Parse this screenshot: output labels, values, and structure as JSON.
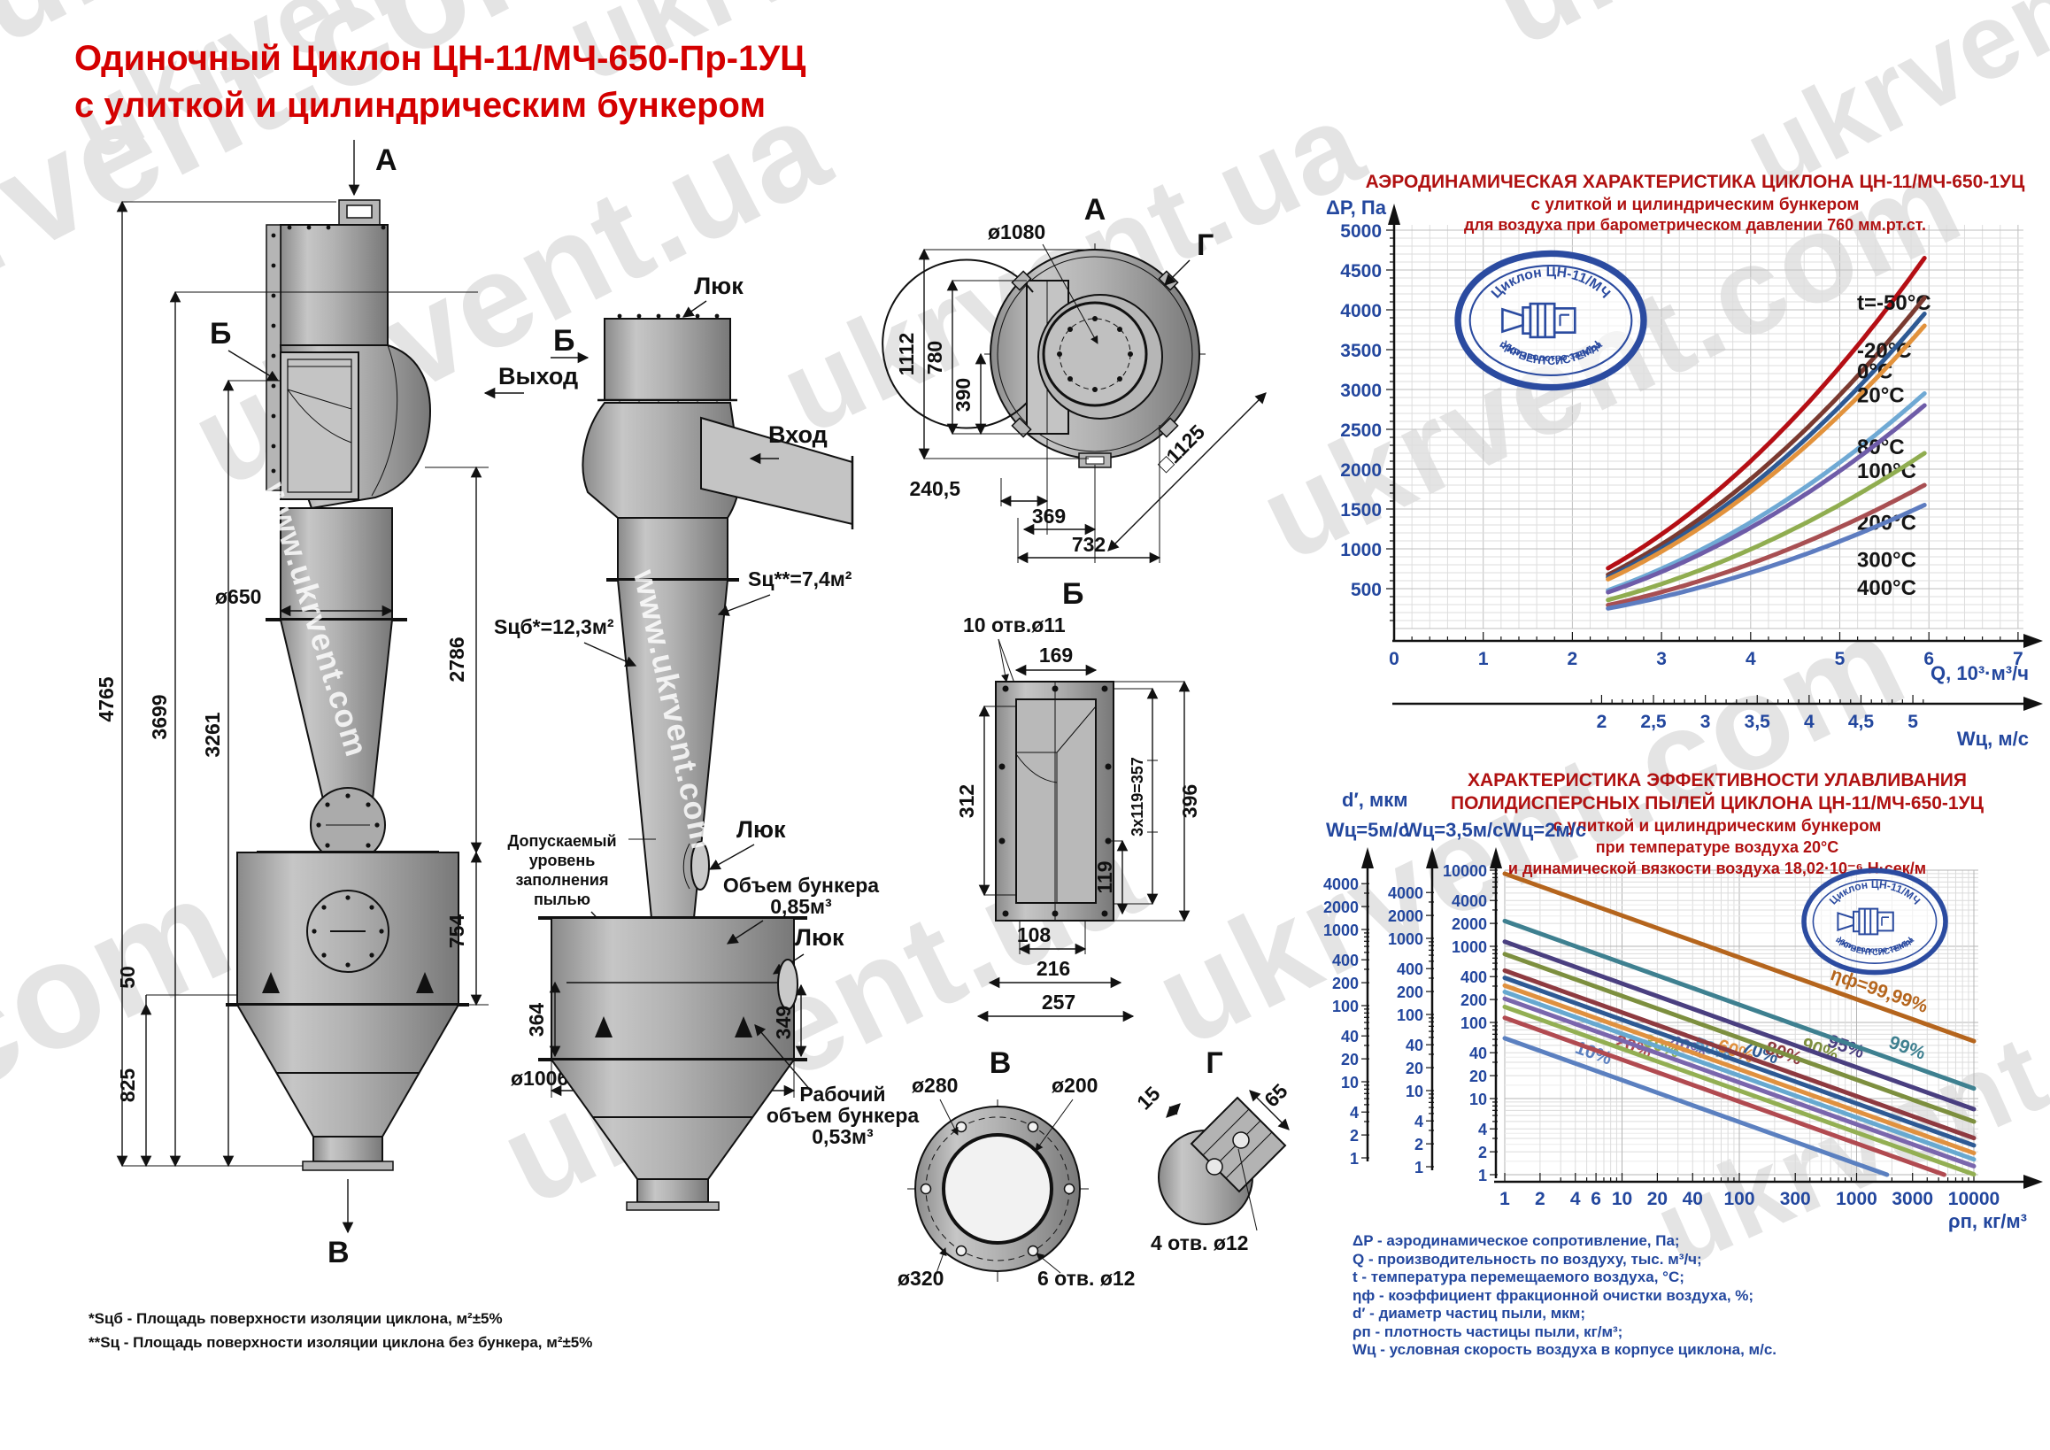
{
  "title": {
    "line1": "Одиночный Циклон  ЦН-11/МЧ-650-Пр-1УЦ",
    "line2": "с улиткой и цилиндрическим бункером"
  },
  "watermarks": {
    "com": "ukrvent.com",
    "ua": "ukrvent.ua",
    "www": "www.ukrvent.com",
    "dotcom": ".com"
  },
  "labels": {
    "a": "А",
    "b": "Б",
    "v": "В",
    "g": "Г",
    "luk": "Люк",
    "vyhod": "Выход",
    "vhod": "Вход",
    "s_cb": "Sцб*=12,3м²",
    "s_c": "Sц**=7,4м²",
    "dust1": "Допускаемый",
    "dust2": "уровень",
    "dust3": "заполнения",
    "dust4": "пылью",
    "vol1": "Объем бункера",
    "vol2": "0,85м³",
    "work1": "Рабочий",
    "work2": "объем бункера",
    "work3": "0,53м³"
  },
  "dims": {
    "front_total": "4765",
    "front_h1": "3699",
    "front_h2": "3261",
    "front_d": "ø650",
    "front_h3": "2786",
    "front_h4": "754",
    "front_h5": "50",
    "front_h6": "825",
    "side_h364": "364",
    "side_h349": "349",
    "side_d1006": "ø1006",
    "top_d1080": "ø1080",
    "top_1112": "1112",
    "top_780": "780",
    "top_390": "390",
    "top_2405": "240,5",
    "top_369": "369",
    "top_732": "732",
    "top_sq": "□1125",
    "b_holes": "10 отв.ø11",
    "b_169": "169",
    "b_312": "312",
    "b_357": "3х119=357",
    "b_396": "396",
    "b_119": "119",
    "b_108": "108",
    "b_216": "216",
    "b_257": "257",
    "v_d280": "ø280",
    "v_d200": "ø200",
    "v_d320": "ø320",
    "v_holes": "6 отв. ø12",
    "g_15": "15",
    "g_65": "65",
    "g_holes": "4 отв. ø12"
  },
  "footnotes": {
    "line1": "*Sцб - Площадь поверхности изоляции  циклона, м²±5%",
    "line2": "**Sц - Площадь поверхности изоляции  циклона без бункера, м²±5%"
  },
  "logo": {
    "top": "Циклон ЦН-11/МЧ",
    "bottom1": "производство завода",
    "bottom2": "УКРВЕНТСИСТЕМЫ"
  },
  "legend": {
    "lines": [
      "ΔP - аэродинамическое сопротивление, Па;",
      "Q - производительность по воздуху, тыс. м³/ч;",
      "t - температура перемещаемого воздуха, °С;",
      "ηф - коэффициент фракционной очистки воздуха, %;",
      "d′ - диаметр частиц пыли, мкм;",
      "ρп - плотность частицы пыли, кг/м³;",
      "Wц - условная скорость воздуха в корпусе циклона, м/с."
    ]
  },
  "chart_data": [
    {
      "type": "line",
      "title": "АЭРОДИНАМИЧЕСКАЯ  ХАРАКТЕРИСТИКА  ЦИКЛОНА ЦН-11/МЧ-650-1УЦ",
      "subtitle": "с улиткой и цилиндрическим бункером",
      "subtitle2": "для воздуха при барометрическом давлении 760 мм.рт.ст.",
      "ylabel": "ΔP, Па",
      "xlabel": "Q, 10³·м³/ч",
      "xlabel2": "Wц, м/с",
      "xlim": [
        0,
        7
      ],
      "ylim": [
        0,
        5000
      ],
      "x_ticks": [
        0,
        1,
        2,
        3,
        4,
        5,
        6,
        7
      ],
      "y_ticks": [
        500,
        1000,
        1500,
        2000,
        2500,
        3000,
        3500,
        4000,
        4500,
        5000
      ],
      "w_ticks": [
        "2",
        "2,5",
        "3",
        "3,5",
        "4",
        "4,5",
        "5"
      ],
      "w_to_q": 1.164,
      "q_start": 2.4,
      "q_end": 5.95,
      "grid": true,
      "legend_position": "right",
      "series": [
        {
          "name": "t=-50°C",
          "color": "#b50e14",
          "dp_end": 4650,
          "label_dp": 4000
        },
        {
          "name": "-20°C",
          "color": "#7a3a30",
          "dp_end": 4150,
          "label_dp": 3400
        },
        {
          "name": "0°C",
          "color": "#2e5a94",
          "dp_end": 3950,
          "label_dp": 3140
        },
        {
          "name": "20°C",
          "color": "#e2923c",
          "dp_end": 3800,
          "label_dp": 2840
        },
        {
          "name": "80°C",
          "color": "#6fa9d4",
          "dp_end": 2950,
          "label_dp": 2190
        },
        {
          "name": "100°C",
          "color": "#6e5ca8",
          "dp_end": 2800,
          "label_dp": 1890
        },
        {
          "name": "200°C",
          "color": "#90ad50",
          "dp_end": 2200,
          "label_dp": 1240
        },
        {
          "name": "300°C",
          "color": "#a84f52",
          "dp_end": 1800,
          "label_dp": 770
        },
        {
          "name": "400°C",
          "color": "#5d7cc0",
          "dp_end": 1550,
          "label_dp": 420
        }
      ]
    },
    {
      "type": "line",
      "scale": "log-log",
      "title_lines": [
        "ХАРАКТЕРИСТИКА  ЭФФЕКТИВНОСТИ УЛАВЛИВАНИЯ",
        "ПОЛИДИСПЕРСНЫХ ПЫЛЕЙ ЦИКЛОНА ЦН-11/МЧ-650-1УЦ",
        "с улиткой и цилиндрическим бункером",
        "при температуре воздуха 20°С",
        "и динамической вязкости воздуха  18,02·10⁻⁶ Н·сек/м"
      ],
      "ylabel": "d′, мкм",
      "aux_axes": [
        "Wц=5м/с",
        "Wц=3,5м/с",
        "Wц=2м/с"
      ],
      "xlabel": "ρп, кг/м³",
      "xlim": [
        1,
        10000
      ],
      "ylim": [
        1,
        10000
      ],
      "x_ticks": [
        1,
        2,
        4,
        6,
        10,
        20,
        40,
        100,
        300,
        1000,
        3000,
        10000
      ],
      "y_ticks": [
        1,
        2,
        4,
        10,
        20,
        40,
        100,
        200,
        400,
        1000,
        2000,
        4000,
        10000
      ],
      "slope": -0.55,
      "series": [
        {
          "name": "10%",
          "color": "#5b80c0",
          "d0": 62,
          "label_rho": 5.5
        },
        {
          "name": "20%",
          "color": "#b14a50",
          "d0": 115,
          "label_rho": 12
        },
        {
          "name": "30%",
          "color": "#93af53",
          "d0": 160,
          "label_rho": 21
        },
        {
          "name": "40%",
          "color": "#7a66ad",
          "d0": 205,
          "label_rho": 35
        },
        {
          "name": "50%",
          "color": "#67a8d0",
          "d0": 252,
          "label_rho": 57
        },
        {
          "name": "60%",
          "color": "#e0913f",
          "d0": 305,
          "label_rho": 90
        },
        {
          "name": "70%",
          "color": "#2e5a94",
          "d0": 385,
          "label_rho": 145
        },
        {
          "name": "80%",
          "color": "#8e3a40",
          "d0": 480,
          "label_rho": 230
        },
        {
          "name": "90%",
          "color": "#7d8f3f",
          "d0": 790,
          "label_rho": 470
        },
        {
          "name": "95%",
          "color": "#4a3f80",
          "d0": 1150,
          "label_rho": 780
        },
        {
          "name": "99%",
          "color": "#3e8090",
          "d0": 2150,
          "label_rho": 2600
        },
        {
          "name": "ηф=99,99%",
          "color": "#b5651d",
          "d0": 9000,
          "label_rho": 1500
        }
      ]
    }
  ]
}
